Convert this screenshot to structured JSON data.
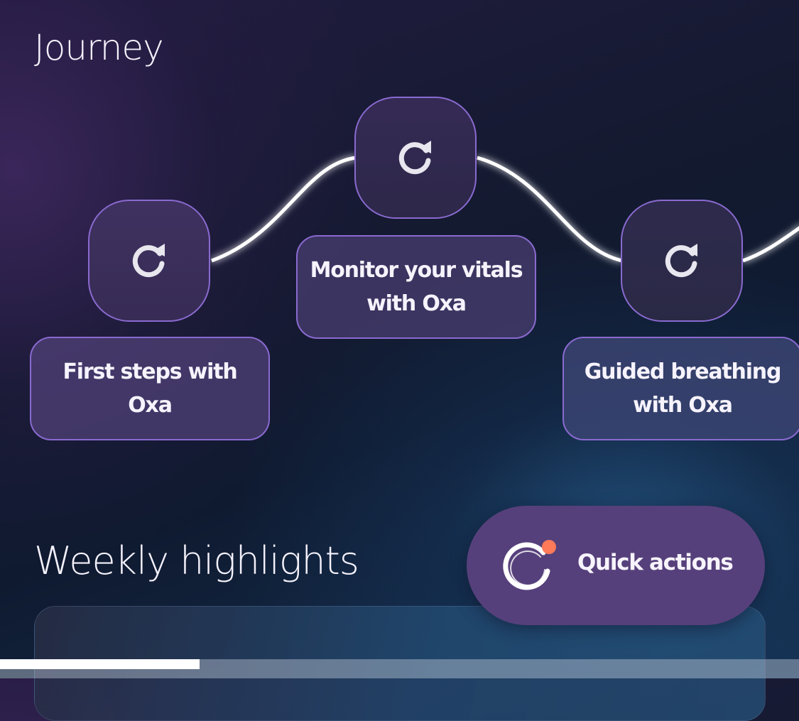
{
  "journey": {
    "title": "Journey",
    "steps": [
      {
        "label": "First steps with Oxa",
        "icon": "refresh-icon"
      },
      {
        "label": "Monitor your vitals with Oxa",
        "icon": "refresh-icon"
      },
      {
        "label": "Guided breathing with Oxa",
        "icon": "refresh-icon"
      }
    ]
  },
  "weekly_highlights": {
    "title": "Weekly highlights"
  },
  "quick_actions": {
    "label": "Quick actions",
    "icon": "oxa-logo-icon",
    "badge_color": "#ff7a59"
  },
  "progress": {
    "fraction": 0.25
  },
  "colors": {
    "accent_border": "#8a6ad0",
    "quick_actions_bg": "#56407b",
    "path_stroke": "#ffffff"
  }
}
